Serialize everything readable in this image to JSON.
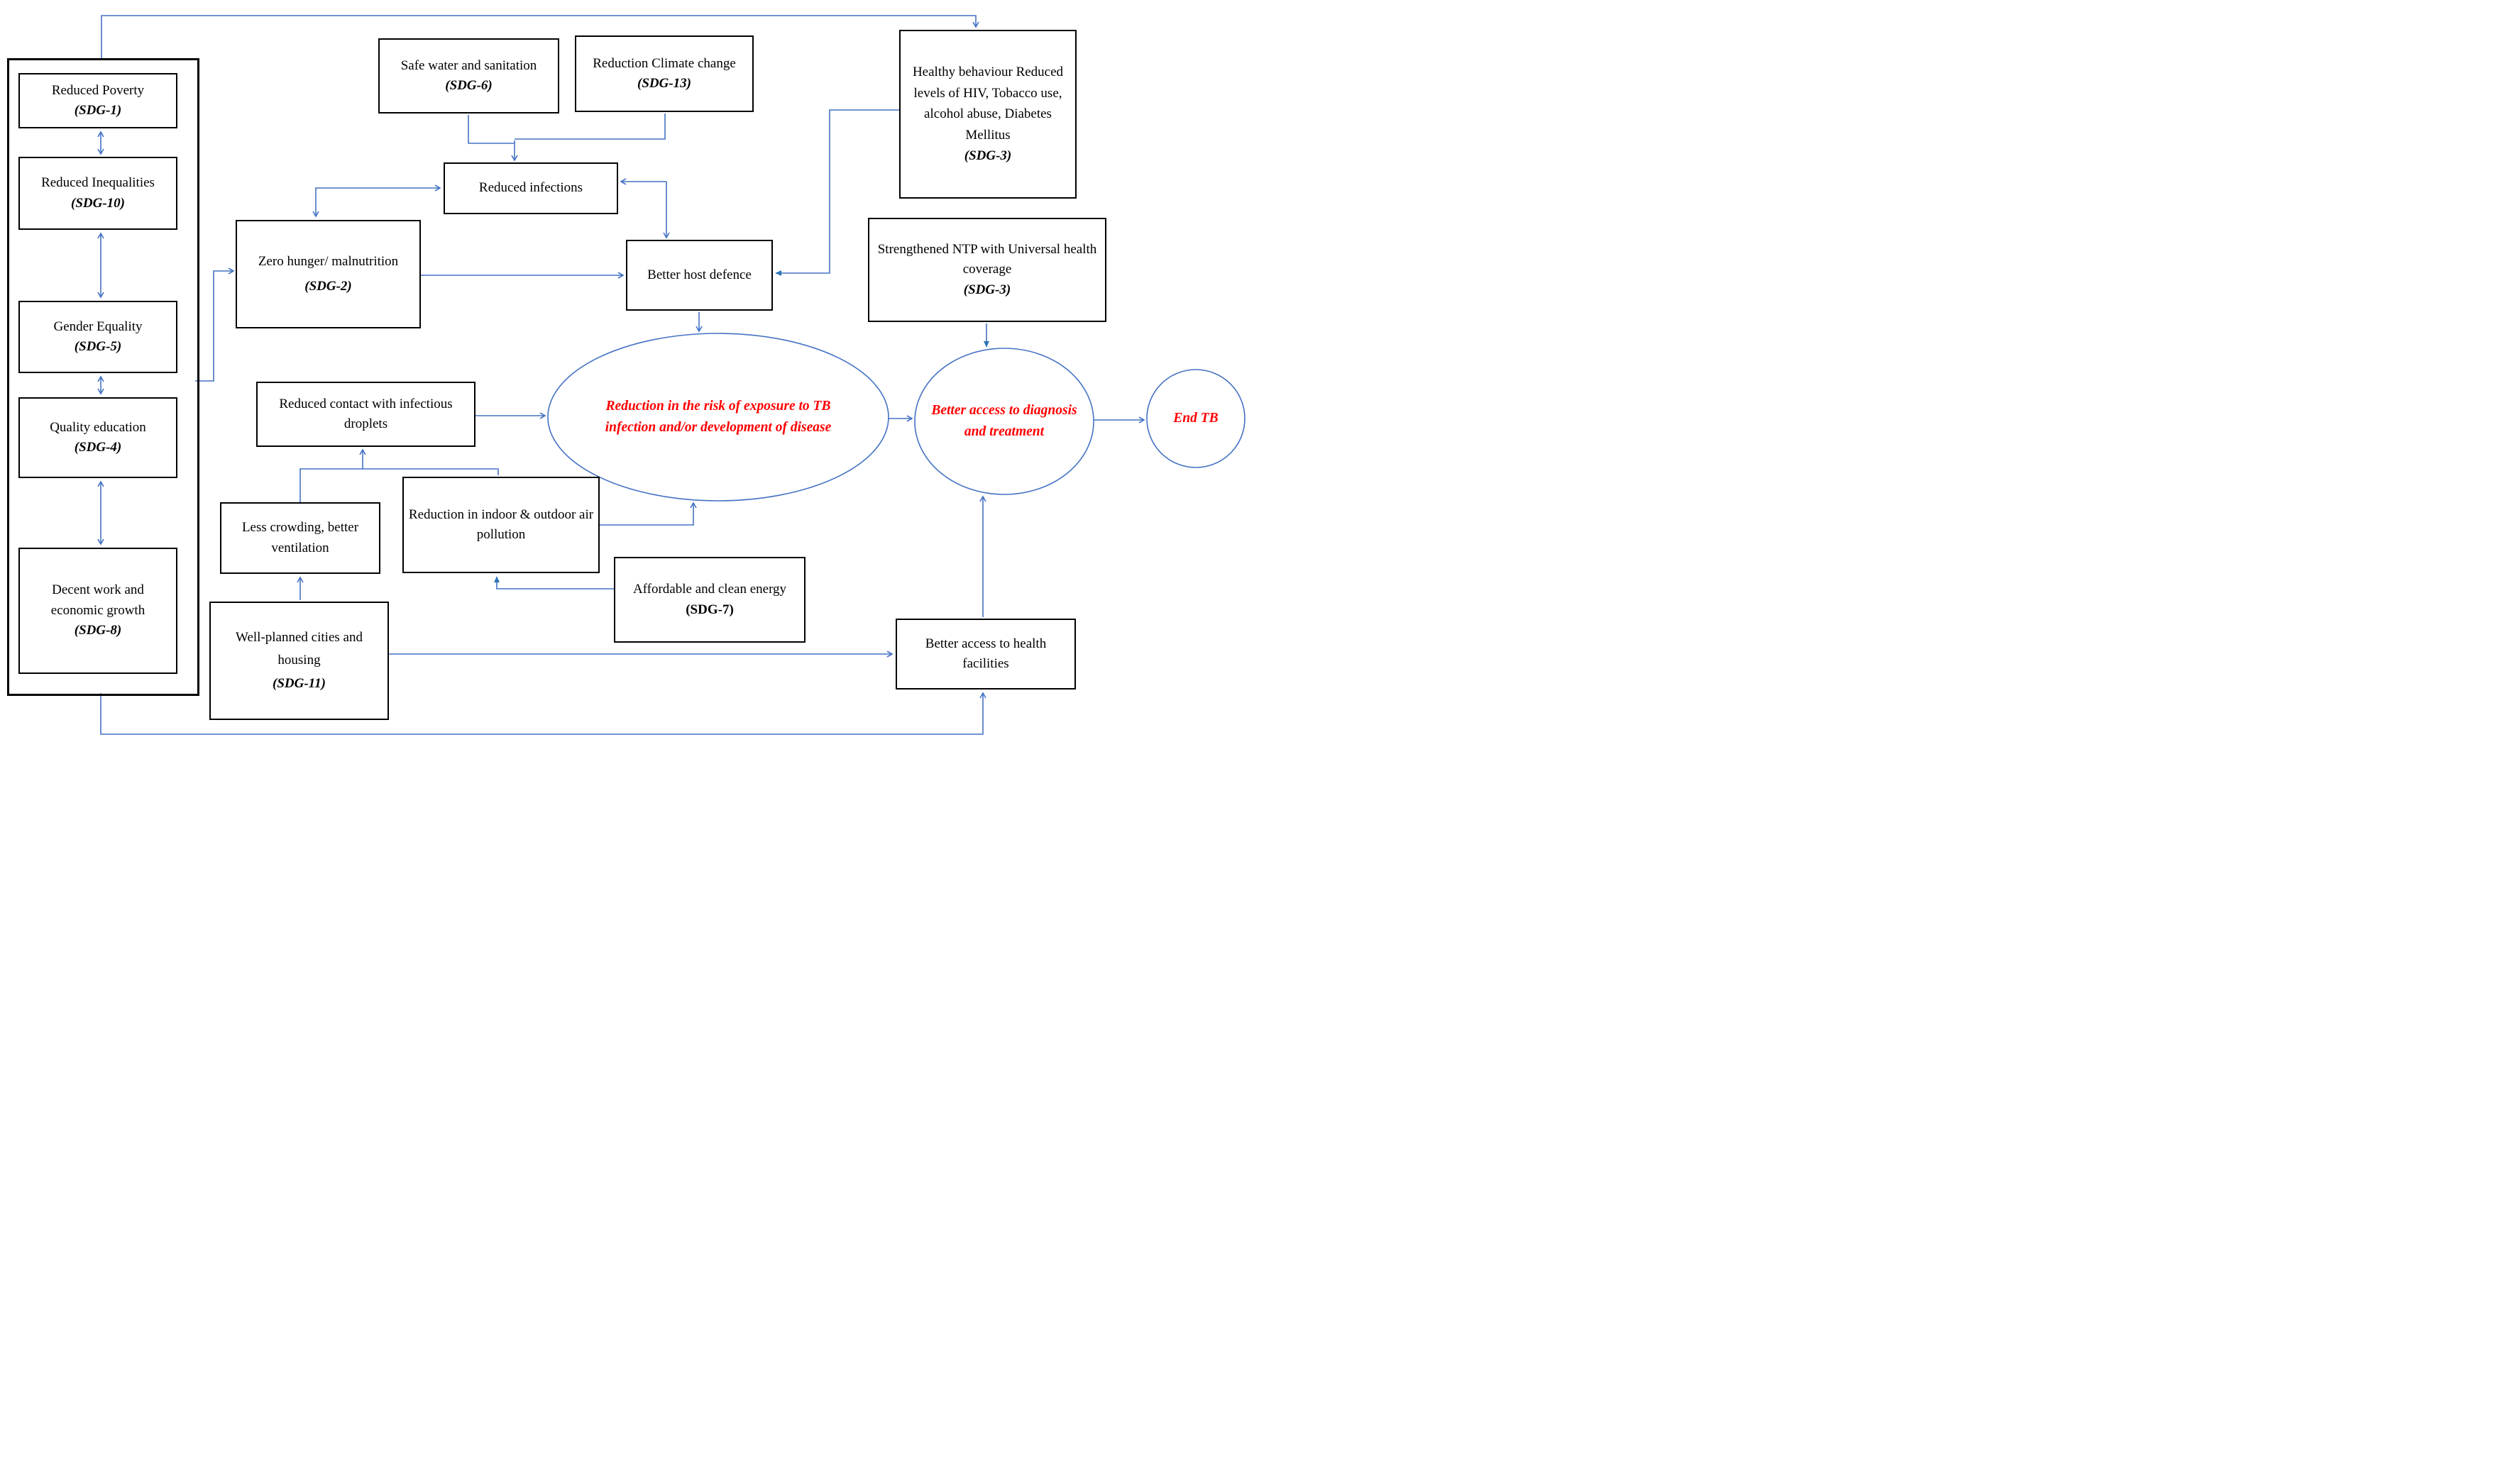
{
  "figure": {
    "type": "flow-diagram",
    "topic": "SDGs pathway to End TB"
  },
  "colors": {
    "connector_blue": "#4472C4",
    "filled_arrow_blue": "#2E75B6",
    "box_border": "#000000",
    "emphasis_red": "#FF0000",
    "background": "#FFFFFF"
  },
  "nodes": {
    "reduced_poverty": {
      "text": "Reduced Poverty",
      "sdg": "(SDG-1)"
    },
    "reduced_inequalities": {
      "text": "Reduced Inequalities",
      "sdg": "(SDG-10)"
    },
    "gender_equality": {
      "text": "Gender Equality",
      "sdg": "(SDG-5)"
    },
    "quality_education": {
      "text": "Quality education",
      "sdg": "(SDG-4)"
    },
    "decent_work": {
      "text": "Decent work and economic growth",
      "sdg": "(SDG-8)"
    },
    "safe_water": {
      "text": "Safe water and sanitation ",
      "sdg": "(SDG-6)"
    },
    "climate_change": {
      "text": "Reduction Climate change ",
      "sdg": "(SDG-13)"
    },
    "reduced_infections": {
      "text": "Reduced infections"
    },
    "zero_hunger": {
      "text": "Zero hunger/ malnutrition",
      "sdg": "(SDG-2)"
    },
    "better_host_defence": {
      "text": "Better host defence"
    },
    "healthy_behaviour": {
      "text": "Healthy behaviour Reduced levels of HIV, Tobacco use, alcohol abuse, Diabetes Mellitus",
      "sdg": "(SDG-3)"
    },
    "strengthened_ntp": {
      "text": "Strengthened NTP with Universal health coverage",
      "sdg": "(SDG-3)"
    },
    "reduced_contact": {
      "text": "Reduced contact with infectious droplets"
    },
    "less_crowding": {
      "text": "Less crowding, better ventilation"
    },
    "reduction_air": {
      "text": "Reduction in indoor & outdoor air pollution"
    },
    "affordable_energy": {
      "text": "Affordable and clean energy ",
      "sdg": "(SDG-7)"
    },
    "well_planned": {
      "text": "Well-planned cities and housing",
      "sdg": "(SDG-11)"
    },
    "better_access_health": {
      "text": "Better access to health facilities"
    },
    "risk_reduction": {
      "text": "Reduction in the risk of exposure to TB infection and/or development of disease"
    },
    "diagnosis_treatment": {
      "text": "Better access to diagnosis and treatment"
    },
    "end_tb": {
      "text": "End TB"
    }
  }
}
